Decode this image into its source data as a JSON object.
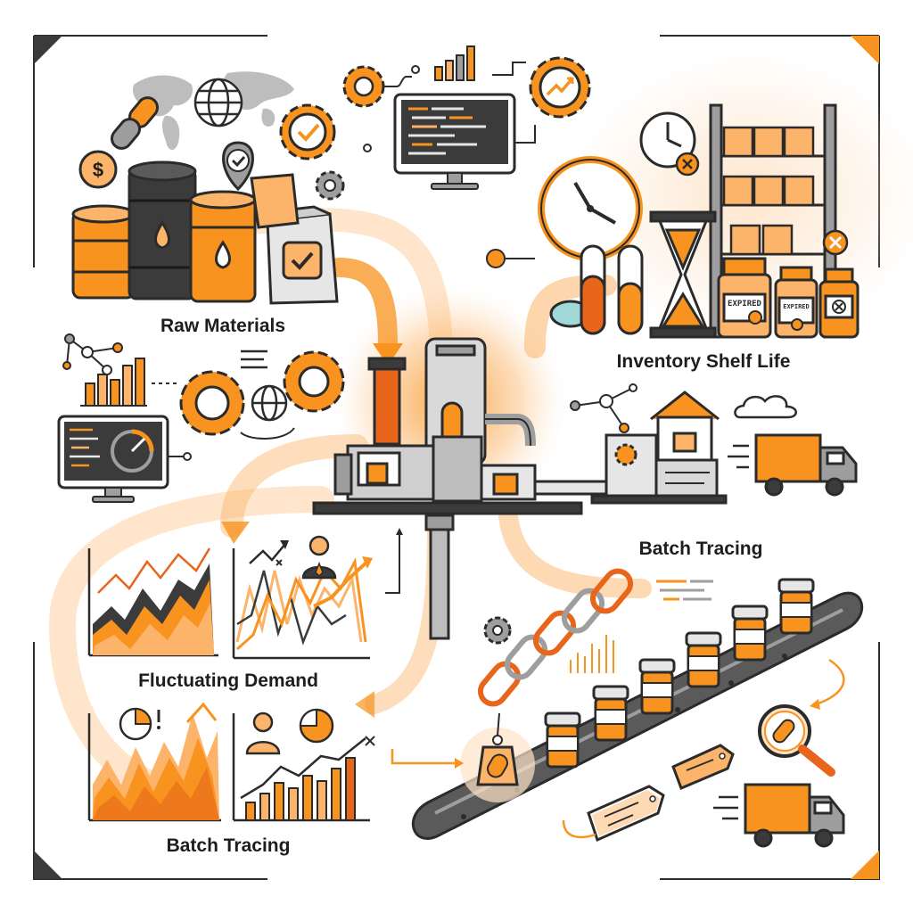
{
  "labels": {
    "raw_materials": "Raw Materials",
    "inventory_shelf_life": "Inventory Shelf Life",
    "batch_tracing_top": "Batch Tracing",
    "fluctuating_demand": "Fluctuating Demand",
    "batch_tracing_bottom": "Batch Tracing"
  },
  "stickers": {
    "expired_1": "EXPIRED",
    "expired_2": "EXPIRED"
  },
  "icons": {
    "currency": "$"
  },
  "colors": {
    "orange": "#f7931e",
    "dark_orange": "#e8661b",
    "light_orange": "#fbb46a",
    "peach": "#fde3c8",
    "gray": "#9e9e9e",
    "dark_gray": "#3b3b3b",
    "outline": "#2b2b2b"
  }
}
